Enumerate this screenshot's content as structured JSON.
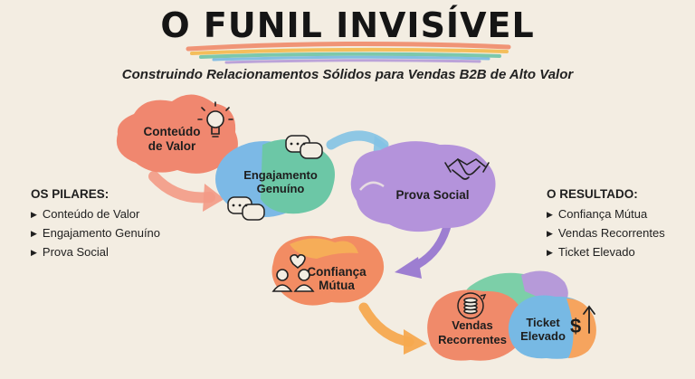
{
  "header": {
    "title": "O FUNIL INVISÍVEL",
    "subtitle": "Construindo Relacionamentos Sólidos para Vendas B2B de Alto Valor"
  },
  "left_panel": {
    "heading": "OS PILARES:",
    "items": [
      "Conteúdo de Valor",
      "Engajamento Genuíno",
      "Prova Social"
    ]
  },
  "right_panel": {
    "heading": "O RESULTADO:",
    "items": [
      "Confiança Mútua",
      "Vendas Recorrentes",
      "Ticket Elevado"
    ]
  },
  "nodes": {
    "conteudo": {
      "line1": "Conteúdo",
      "line2": "de Valor",
      "icon": "lightbulb-icon"
    },
    "engajamento": {
      "line1": "Engajamento",
      "line2": "Genuíno",
      "icon": "chat-bubbles-icon"
    },
    "prova": {
      "line1": "Prova Social",
      "icon": "handshake-icon"
    },
    "confianca": {
      "line1": "Confiança",
      "line2": "Mútua",
      "icon": "people-heart-icon"
    },
    "vendas": {
      "line1": "Vendas",
      "line2": "Recorrentes",
      "icon": "coins-cycle-icon"
    },
    "ticket": {
      "line1": "Ticket",
      "line2": "Elevado",
      "icon": "dollar-up-icon"
    }
  },
  "colors": {
    "title_underline": [
      "#f08a6a",
      "#f4b84c",
      "#6fc3a6",
      "#79b8e3",
      "#b59ad8"
    ],
    "conteudo": "#f0876f",
    "engajamento": "#6cc7a6",
    "engajamento_alt": "#7cb9e6",
    "prova": "#b493db",
    "confianca": "#f28c63",
    "confianca_alt": "#f6ad58",
    "vendas": "#f08a6a",
    "vendas_green": "#7ccfa8",
    "vendas_purple": "#b69ad9",
    "ticket": "#77b9e4",
    "ticket_orange": "#f6a45e",
    "arrow_pink": "#f39a86",
    "arrow_blue": "#83c2e4",
    "arrow_purple": "#9d7ed1",
    "arrow_orange": "#f5a94f"
  }
}
